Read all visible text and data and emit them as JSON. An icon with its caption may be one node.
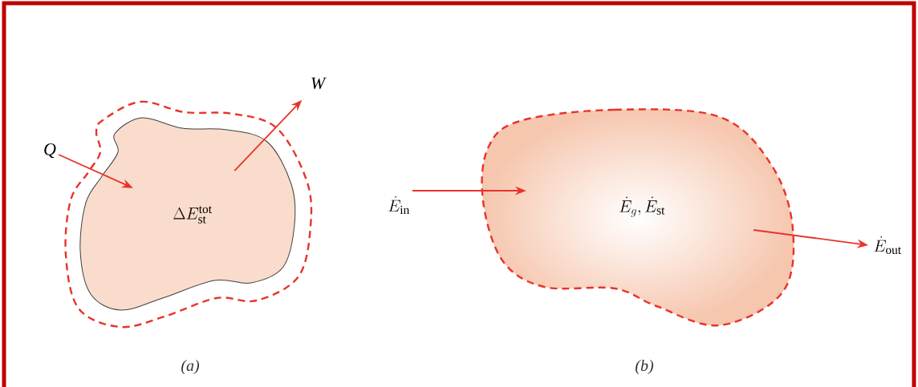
{
  "diagram": {
    "nodes": [
      {
        "text": [],
        "shape": "cloud"
      },
      {
        "text": [
          "\\Delta E_{\\mathrm{st}}^{\\mathrm{tot}}"
        ],
        "in": 0
      },
      {
        "text": [
          "Q"
        ]
      },
      {
        "text": [
          "W"
        ]
      },
      {
        "text": [
          "\\dot{E}_{g}, \\dot{E}_{\\mathrm{st}}"
        ]
      },
      {
        "text": [
          "\\dot{E}_{\\mathrm{in}}"
        ]
      },
      {
        "text": [
          "\\dot{E}_{\\mathrm{out}}"
        ]
      }
    ],
    "edges": [
      {
        "from": 2,
        "to": 1,
        "arrow": "to"
      },
      {
        "from": 1,
        "to": 3,
        "arrow": "to"
      },
      {
        "from": 5,
        "to": 4,
        "arrow": "to"
      },
      {
        "from": 4,
        "to": 6,
        "arrow": "to"
      }
    ],
    "labels": [
      "(a)",
      "(b)"
    ]
  }
}
